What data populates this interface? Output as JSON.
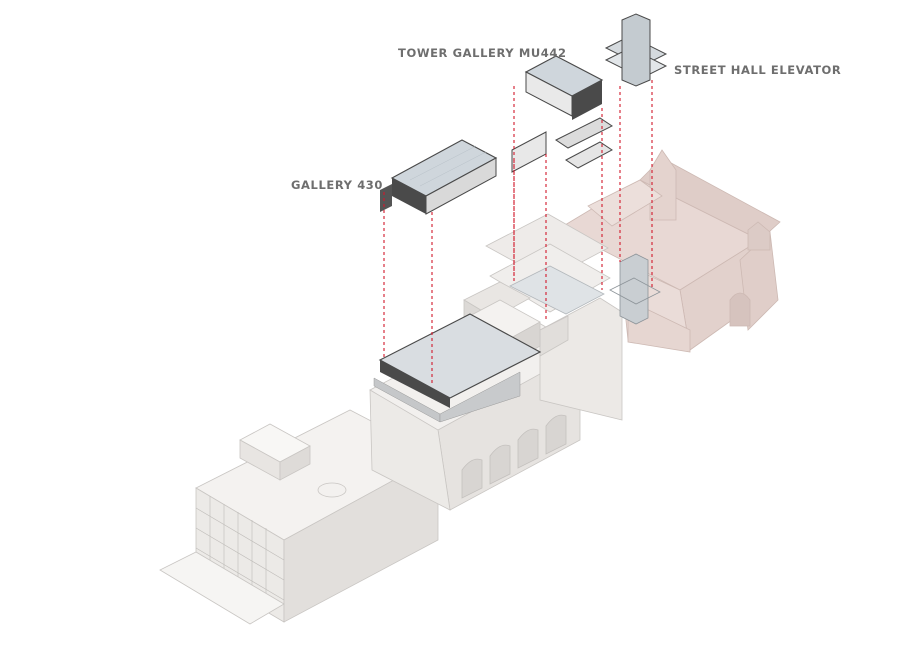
{
  "callouts": {
    "gallery_430": "GALLERY 430",
    "tower_gallery": "TOWER GALLERY MU442",
    "street_hall_elevator": "STREET HALL ELEVATOR"
  },
  "colors": {
    "building_face_light": "#f3f1ef",
    "building_face_mid": "#e6e3e0",
    "building_face_dark": "#d9d6d3",
    "church_tint": "#eadcd8",
    "church_tint_dark": "#dccbc6",
    "outline": "#c9c6c3",
    "module_dark": "#4a4a4a",
    "module_roof": "#cfd6dc",
    "guide_line": "#d2182b"
  }
}
